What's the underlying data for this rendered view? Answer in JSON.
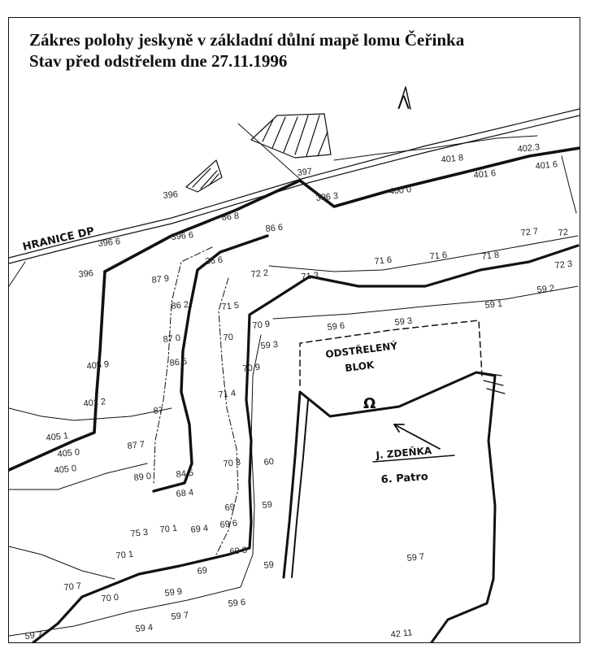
{
  "title": {
    "line1": "Zákres polohy jeskyně v základní důlní mapě lomu Čeřinka",
    "line2": "Stav před odstřelem dne 27.11.1996"
  },
  "labels": {
    "boundary": "HRANICE DP",
    "blasted_block_1": "ODSTŘELENÝ",
    "blasted_block_2": "BLOK",
    "cave_name": "J. ZDEŇKA",
    "level": "6. Patro",
    "north_mark": "Λ",
    "cave_symbol": "Ω"
  },
  "elevations": [
    "401 8",
    "402.3",
    "401 6",
    "401 6",
    "397",
    "400 0",
    "396 3",
    "396",
    "396 6",
    "396 6",
    "86 8",
    "86 6",
    "396",
    "36 6",
    "87 9",
    "72 2",
    "71 3",
    "71 6",
    "71 6",
    "72 7",
    "72",
    "71 8",
    "72 3",
    "71 5",
    "59 2",
    "86 2",
    "70 9",
    "59 6",
    "59 3",
    "59 1",
    "87 0",
    "70",
    "59 3",
    "86 6",
    "70 9",
    "405 9",
    "71 4",
    "401 2",
    "87",
    "405 1",
    "87 7",
    "405 0",
    "405 0",
    "89 0",
    "84 5",
    "70 3",
    "60",
    "68 4",
    "69",
    "59",
    "75 3",
    "70 1",
    "69 4",
    "69 6",
    "70 1",
    "69 8",
    "59",
    "70 7",
    "69",
    "70 0",
    "59 9",
    "59 6",
    "59 7",
    "59 4",
    "59 7",
    "59 7",
    "42 11"
  ],
  "colors": {
    "ink": "#111111",
    "paper": "#ffffff"
  }
}
